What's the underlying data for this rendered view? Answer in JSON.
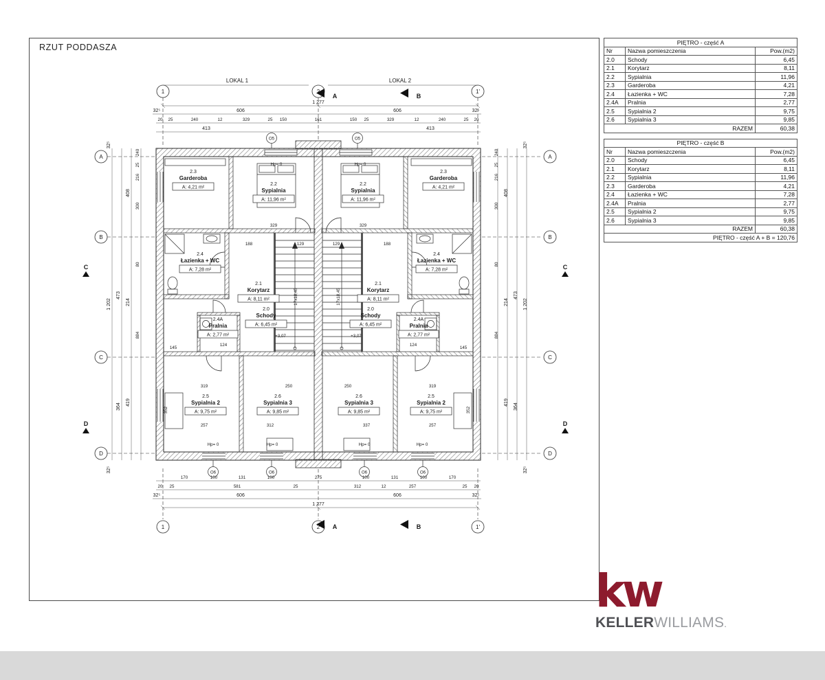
{
  "page": {
    "title": "RZUT PODDASZA"
  },
  "plan": {
    "locals": {
      "l1": "LOKAL 1",
      "l2": "LOKAL 2"
    },
    "grid": {
      "c1": "1",
      "c2": "2",
      "c3": "1'",
      "rA": "A",
      "rB": "B",
      "rC": "C",
      "rD": "D"
    },
    "sections": {
      "a": "A",
      "b": "B",
      "c": "C",
      "d": "D"
    },
    "rooms": [
      {
        "id": "2.0",
        "name": "Schody",
        "area": "A: 6,45 m²"
      },
      {
        "id": "2.1",
        "name": "Korytarz",
        "area": "A: 8,11 m²"
      },
      {
        "id": "2.2",
        "name": "Sypialnia",
        "area": "A: 11,96 m²"
      },
      {
        "id": "2.3",
        "name": "Garderoba",
        "area": "A: 4,21 m²"
      },
      {
        "id": "2.4",
        "name": "Łazienka + WC",
        "area": "A: 7,28 m²"
      },
      {
        "id": "2.4A",
        "name": "Pralnia",
        "area": "A: 2,77 m²"
      },
      {
        "id": "2.5",
        "name": "Sypialnia 2",
        "area": "A: 9,75 m²"
      },
      {
        "id": "2.6",
        "name": "Sypialnia 3",
        "area": "A: 9,85 m²"
      }
    ],
    "notes": {
      "stairs": "17x18,45",
      "hp": "Hp= 0",
      "level": "+3,07"
    },
    "window_tags": {
      "top": "O5",
      "bottom": "O6"
    },
    "dims": {
      "v12": "12",
      "v20": "20",
      "v25": "25",
      "v80": "80",
      "v100": "100",
      "v124": "124",
      "v129": "129",
      "v131": "131",
      "v145": "145",
      "v150": "150",
      "v161": "161",
      "v170": "170",
      "v188": "188",
      "v214": "214",
      "v216": "216",
      "v240": "240",
      "v250": "250",
      "v257": "257",
      "v275": "275",
      "v300": "300",
      "v312": "312",
      "v319": "319",
      "v325": "32⁵",
      "v329": "329",
      "v337": "337",
      "v352": "352",
      "v364": "364",
      "v408": "408",
      "v413": "413",
      "v419": "419",
      "v473": "473",
      "v581": "581",
      "v606": "606",
      "v884": "884",
      "v1202": "1 202",
      "v1277": "1 277"
    }
  },
  "tables": [
    {
      "title": "PIĘTRO - część A",
      "headers": {
        "nr": "Nr",
        "name": "Nazwa pomieszczenia",
        "area": "Pow.(m2)"
      },
      "rows": [
        {
          "nr": "2.0",
          "name": "Schody",
          "area": "6,45"
        },
        {
          "nr": "2.1",
          "name": "Korytarz",
          "area": "8,11"
        },
        {
          "nr": "2.2",
          "name": "Sypialnia",
          "area": "11,96"
        },
        {
          "nr": "2.3",
          "name": "Garderoba",
          "area": "4,21"
        },
        {
          "nr": "2.4",
          "name": "Łazienka + WC",
          "area": "7,28"
        },
        {
          "nr": "2.4A",
          "name": "Pralnia",
          "area": "2,77"
        },
        {
          "nr": "2.5",
          "name": "Sypialnia 2",
          "area": "9,75"
        },
        {
          "nr": "2.6",
          "name": "Sypialnia 3",
          "area": "9,85"
        }
      ],
      "total_label": "RAZEM",
      "total": "60,38"
    },
    {
      "title": "PIĘTRO - część B",
      "headers": {
        "nr": "Nr",
        "name": "Nazwa pomieszczenia",
        "area": "Pow.(m2)"
      },
      "rows": [
        {
          "nr": "2.0",
          "name": "Schody",
          "area": "6,45"
        },
        {
          "nr": "2.1",
          "name": "Korytarz",
          "area": "8,11"
        },
        {
          "nr": "2.2",
          "name": "Sypialnia",
          "area": "11,96"
        },
        {
          "nr": "2.3",
          "name": "Garderoba",
          "area": "4,21"
        },
        {
          "nr": "2.4",
          "name": "Łazienka + WC",
          "area": "7,28"
        },
        {
          "nr": "2.4A",
          "name": "Pralnia",
          "area": "2,77"
        },
        {
          "nr": "2.5",
          "name": "Sypialnia 2",
          "area": "9,75"
        },
        {
          "nr": "2.6",
          "name": "Sypialnia 3",
          "area": "9,85"
        }
      ],
      "total_label": "RAZEM",
      "total": "60,38"
    }
  ],
  "summary": {
    "text": "PIĘTRO - część A + B = 120,76"
  },
  "logo": {
    "monogram": "kw",
    "name_bold": "KELLER",
    "name_light": "WILLIAMS",
    "reg": ".",
    "color": "#8d1b2d"
  }
}
